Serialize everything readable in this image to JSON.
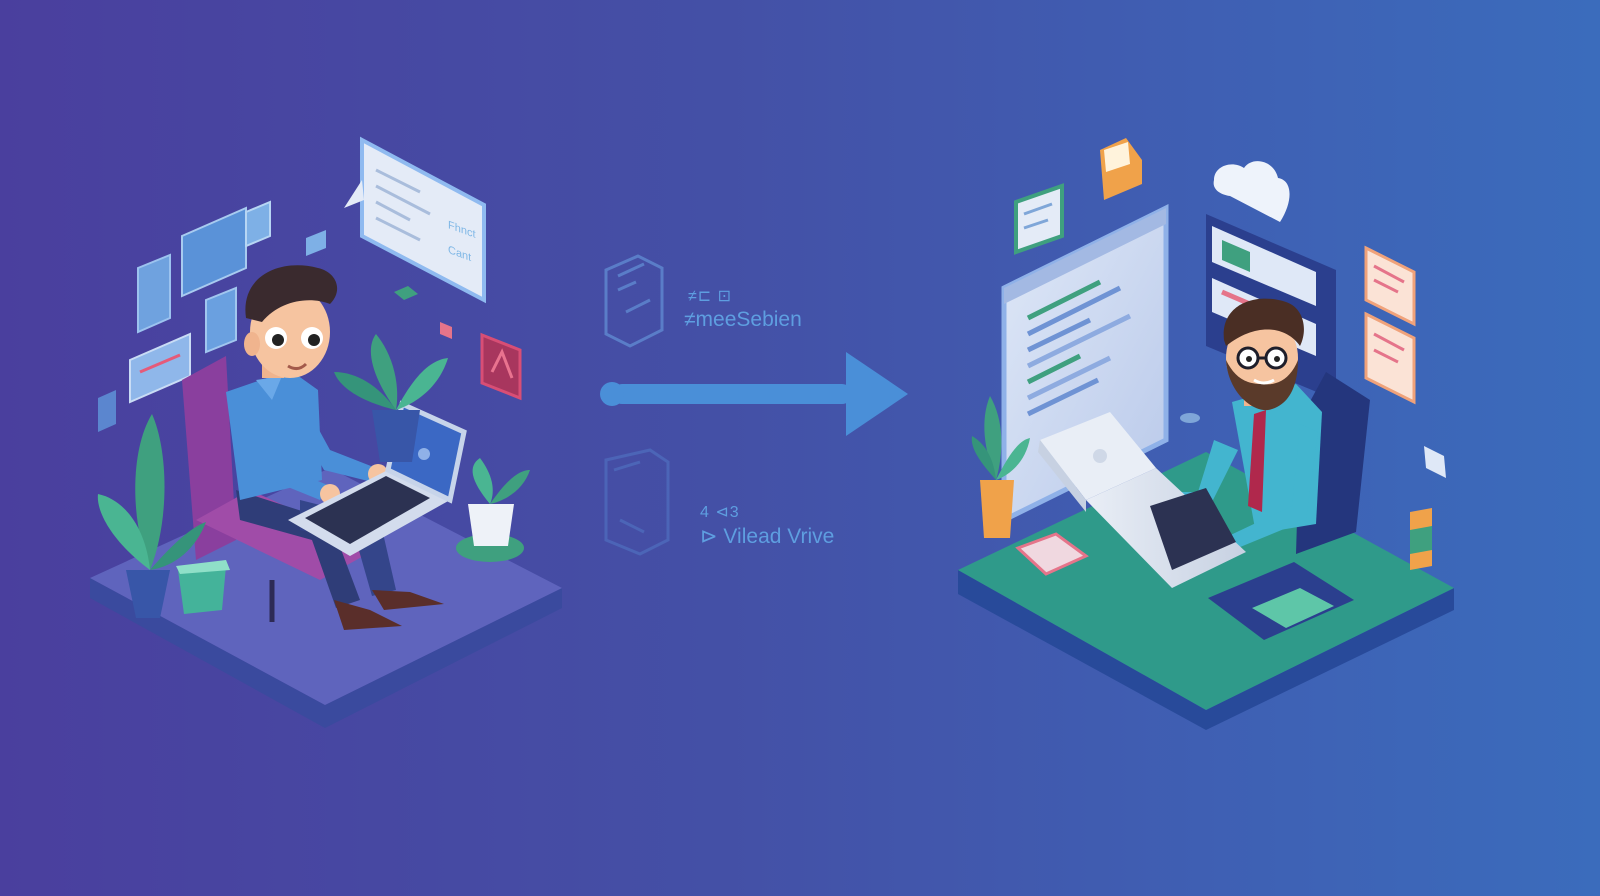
{
  "captions": {
    "top_small": "≠⊏ ⊡",
    "top": "≠meeSebien",
    "bottom_small": "4 ⊲3",
    "bottom": "⊳ Vilead Vrive"
  },
  "window_text": {
    "line1": "Fhnct",
    "line2": "Cant"
  },
  "colors": {
    "background_left": "#4a3f9e",
    "background_right": "#3b6cbc",
    "arrow": "#4a8fd8",
    "desk_green": "#2f9a8a",
    "platform_left": "#5f64bd",
    "chair": "#8a3f9e",
    "shirt_left": "#4a8fd8",
    "shirt_right": "#43b5cf",
    "tie": "#b0284c",
    "plant": "#3fa07f",
    "folder": "#f0a24a"
  },
  "icons": [
    "document-icon",
    "folder-icon",
    "cloud-icon",
    "laptop-icon",
    "arrow-right-icon",
    "plant-icon"
  ]
}
